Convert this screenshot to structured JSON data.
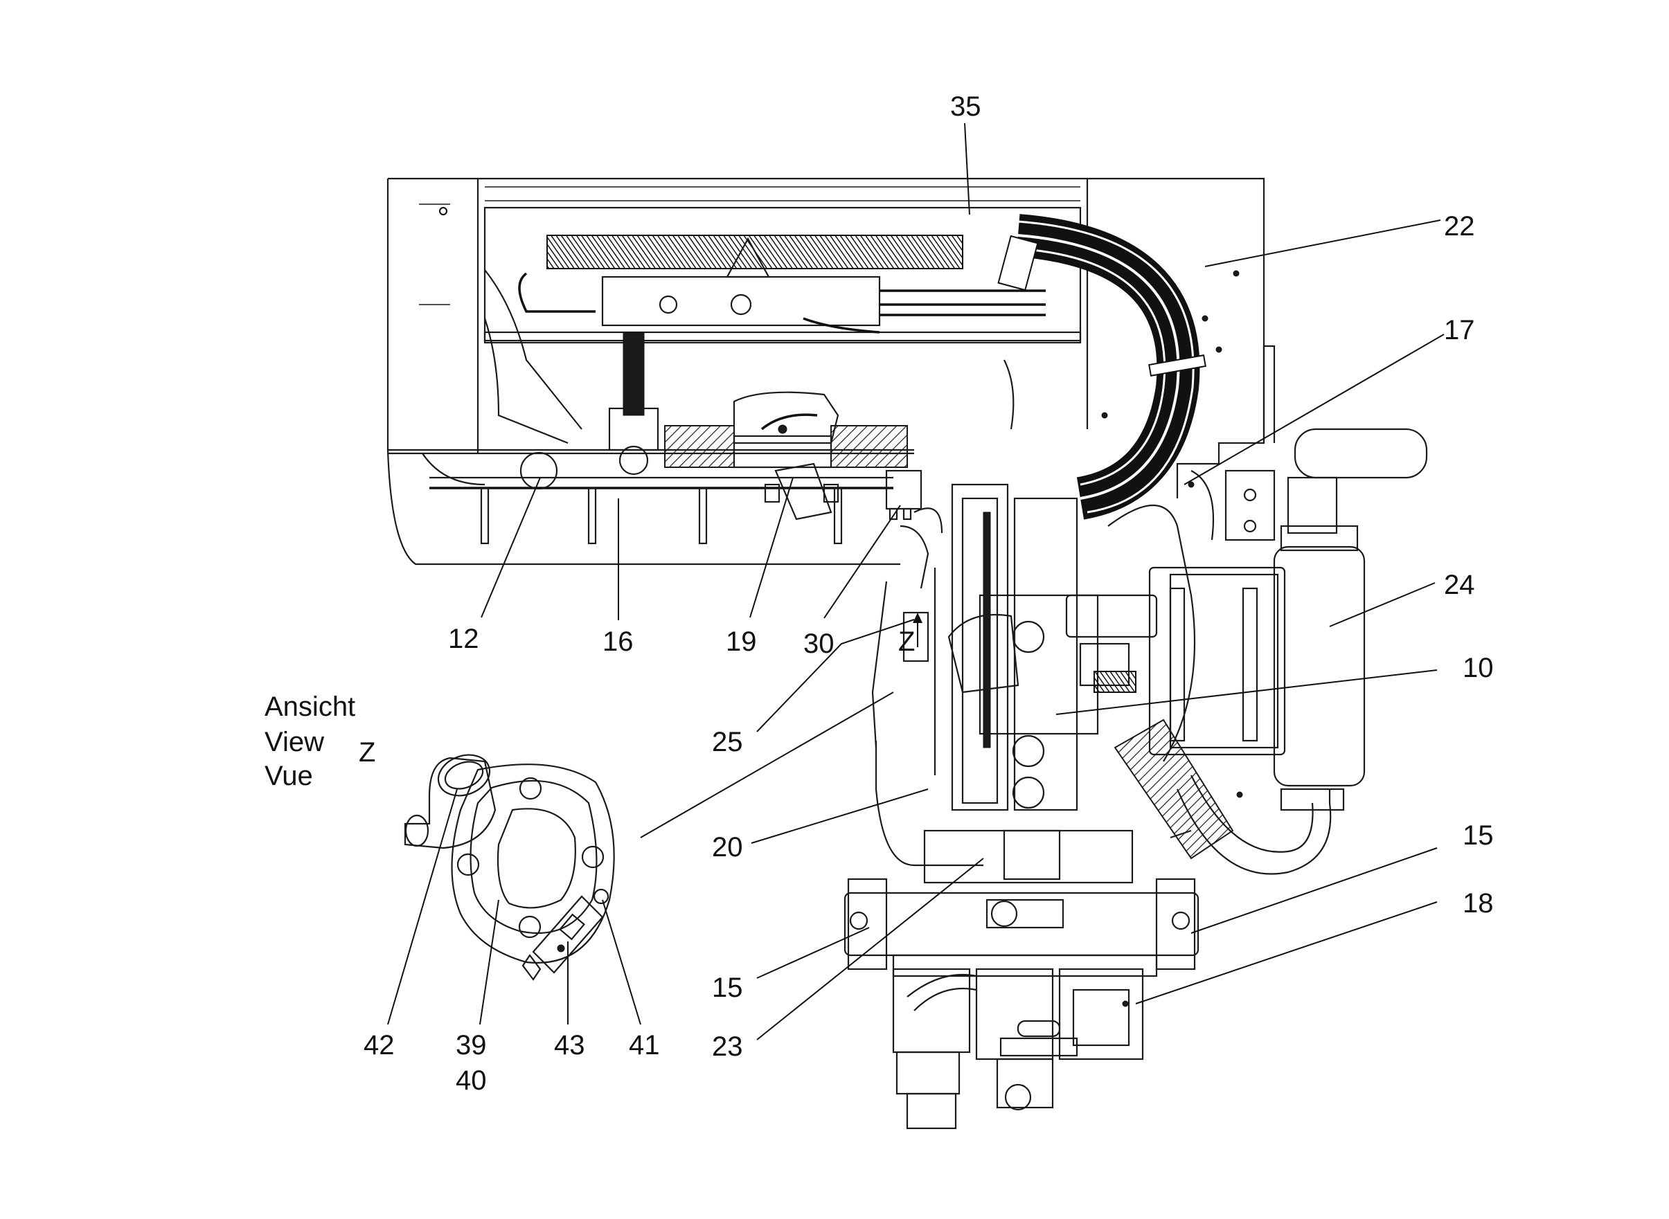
{
  "view_label": {
    "lines": [
      "Ansicht",
      "View",
      "Vue"
    ],
    "letter": "Z",
    "arrow_letter": "Z"
  },
  "callouts": {
    "c35": "35",
    "c22": "22",
    "c17": "17",
    "c24": "24",
    "c10": "10",
    "c15_right": "15",
    "c18": "18",
    "c12": "12",
    "c16": "16",
    "c19": "19",
    "c30": "30",
    "c25": "25",
    "c20": "20",
    "c15_left": "15",
    "c23": "23",
    "c42": "42",
    "c39": "39",
    "c40": "40",
    "c43": "43",
    "c41": "41"
  }
}
